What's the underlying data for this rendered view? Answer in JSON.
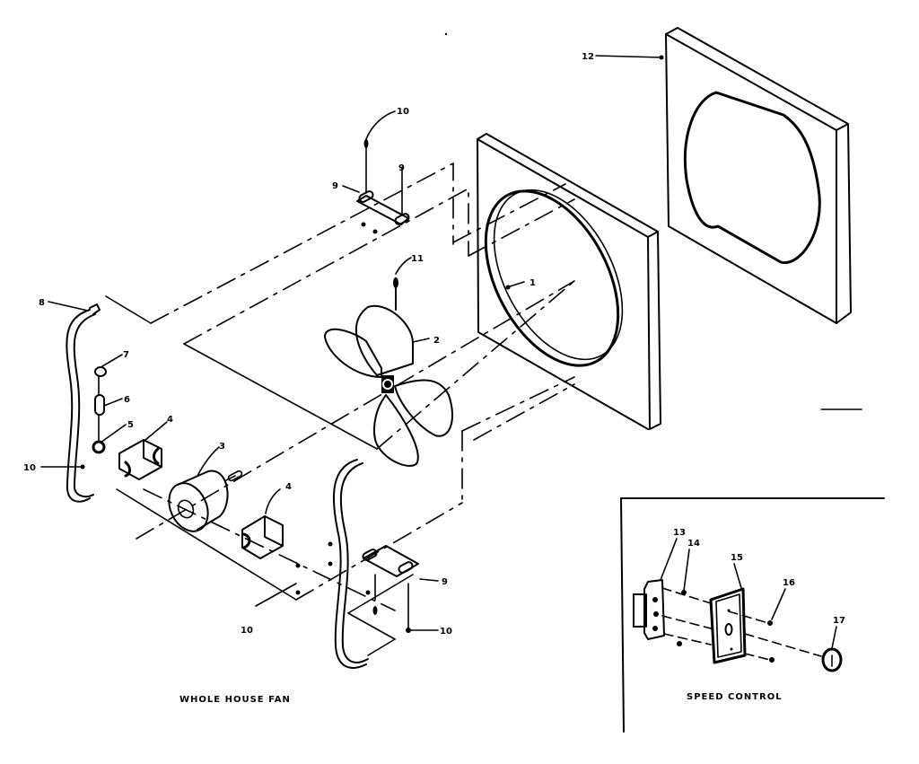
{
  "diagram": {
    "type": "exploded-parts-diagram",
    "sections": [
      {
        "id": "main",
        "caption": "WHOLE HOUSE FAN"
      },
      {
        "id": "inset",
        "caption": "SPEED CONTROL"
      }
    ],
    "callouts": {
      "c1": "1",
      "c2": "2",
      "c3": "3",
      "c4a": "4",
      "c4b": "4",
      "c5": "5",
      "c6": "6",
      "c7": "7",
      "c8": "8",
      "c9a": "9",
      "c9b": "9",
      "c9c": "9",
      "c10a": "10",
      "c10b": "10",
      "c10c": "10",
      "c10d": "10",
      "c11": "11",
      "c12": "12",
      "c13": "13",
      "c14": "14",
      "c15": "15",
      "c16": "16",
      "c17": "17"
    },
    "colors": {
      "ink": "#000000",
      "paper": "#ffffff"
    }
  }
}
